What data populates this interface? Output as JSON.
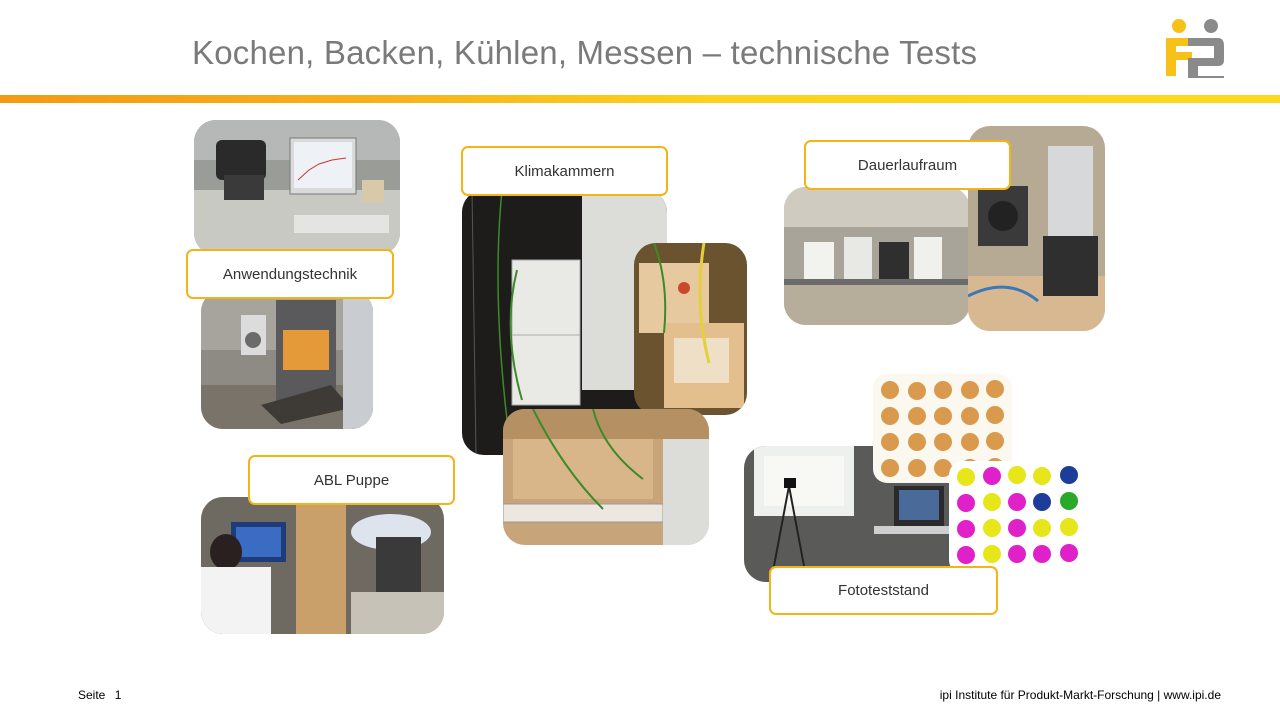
{
  "slide": {
    "title": "Kochen, Backen, Kühlen, Messen – technische Tests"
  },
  "brand": {
    "logo": "ipi-logo",
    "accent_yellow": "#f6c21a",
    "accent_orange": "#f39a12",
    "label_border": "#f2b417",
    "logo_grey": "#8a8a8a"
  },
  "labels": {
    "anwendungstechnik": "Anwendungstechnik",
    "klimakammern": "Klimakammern",
    "dauerlaufraum": "Dauerlaufraum",
    "abl_puppe": "ABL Puppe",
    "fototeststand": "Fototeststand"
  },
  "footer": {
    "page_label": "Seite",
    "page_number": "1",
    "institute": "ipi Institute für Produkt-Markt-Forschung  |  www.ipi.de"
  }
}
